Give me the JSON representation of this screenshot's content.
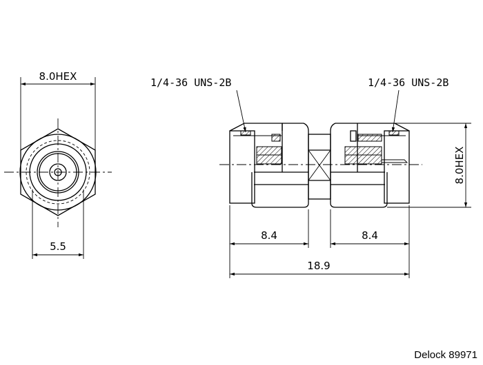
{
  "front_view": {
    "hex_dimension": "8.0HEX",
    "inner_dimension": "5.5"
  },
  "side_view": {
    "thread_left": "1/4-36 UNS-2B",
    "thread_right": "1/4-36 UNS-2B",
    "hex_dimension_vertical": "8.0HEX",
    "left_length": "8.4",
    "right_length": "8.4",
    "total_length": "18.9"
  },
  "brand_label": "Delock 89971"
}
